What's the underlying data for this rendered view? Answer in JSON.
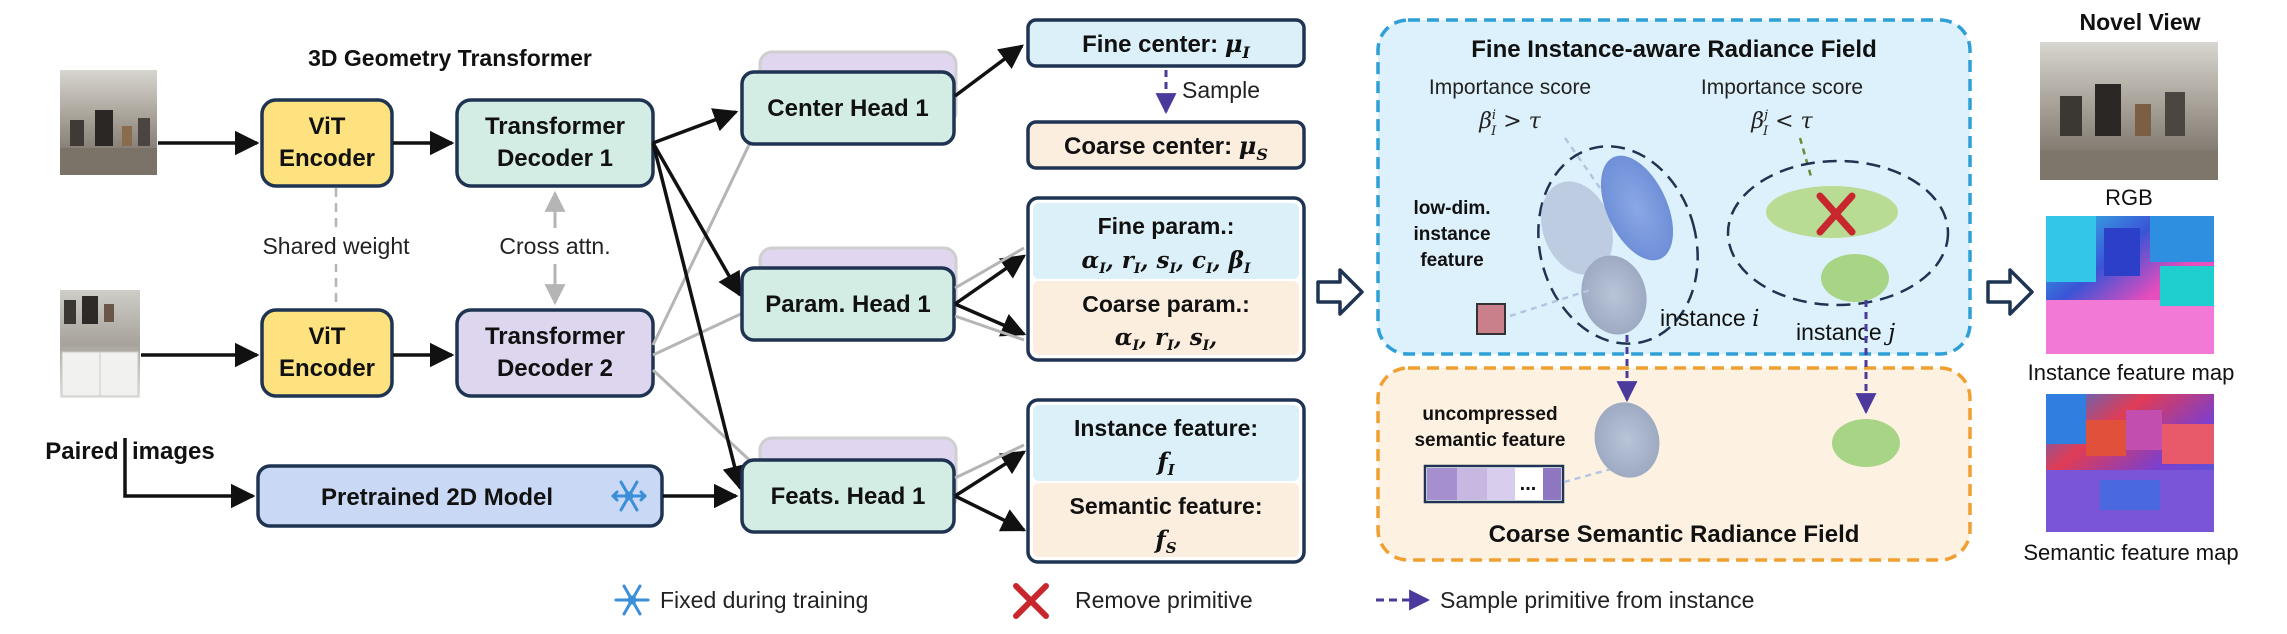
{
  "diagram": {
    "transformer_title": "3D Geometry Transformer",
    "vit_encoder_1": [
      "ViT",
      "Encoder"
    ],
    "vit_encoder_2": [
      "ViT",
      "Encoder"
    ],
    "decoder_1": [
      "Transformer",
      "Decoder 1"
    ],
    "decoder_2": [
      "Transformer",
      "Decoder 2"
    ],
    "shared_weight": "Shared weight",
    "cross_attn": "Cross attn.",
    "paired_images": "Paired  images",
    "pretrained_model": "Pretrained 2D Model",
    "center_head": "Center Head 1",
    "param_head": "Param. Head 1",
    "feats_head": "Feats. Head 1",
    "fine_center": "Fine center: ",
    "fine_center_sym": "μ",
    "fine_center_sub": "I",
    "sample": "Sample",
    "coarse_center": "Coarse center: ",
    "coarse_center_sym": "μ",
    "coarse_center_sub": "S",
    "fine_param_label": "Fine param.:",
    "fine_param_math": "α_I, r_I, s_I, c_I, β_I",
    "coarse_param_label": "Coarse param.:",
    "coarse_param_math": "α_I, r_I, s_I,",
    "instance_feature_label": "Instance feature:",
    "instance_feature_sym": "f",
    "instance_feature_sub": "I",
    "semantic_feature_label": "Semantic feature:",
    "semantic_feature_sym": "f",
    "semantic_feature_sub": "S",
    "fine_field_title": "Fine Instance-aware Radiance Field",
    "importance_score_left": "Importance score",
    "importance_cond_left": "β_I^i > τ",
    "importance_score_right": "Importance score",
    "importance_cond_right": "β_I^j < τ",
    "low_dim_feature": [
      "low-dim.",
      "instance",
      "feature"
    ],
    "instance_i": "instance i",
    "instance_j": "instance j",
    "uncompressed_feature": [
      "uncompressed",
      "semantic feature"
    ],
    "ellipsis": "...",
    "coarse_field_title": "Coarse Semantic Radiance Field",
    "novel_view_title": "Novel View",
    "rgb_label": "RGB",
    "instance_map_label": "Instance feature map",
    "semantic_map_label": "Semantic feature map",
    "legend_fixed": "Fixed during training",
    "legend_remove": "Remove primitive",
    "legend_sample": "Sample primitive from instance"
  },
  "colors": {
    "vit_fill": "#fde27f",
    "decoder1_fill": "#d3ece4",
    "decoder2_fill": "#ddd6ee",
    "pretrained_fill": "#c9d9f5",
    "head_fill": "#d3ece4",
    "head_shadow": "#e0d6ef",
    "fine_fill": "#dcf0f9",
    "coarse_fill": "#fbeedf",
    "box_stroke": "#1f3352",
    "fine_field_border": "#2e9fd7",
    "fine_field_fill": "#dcf1fb",
    "coarse_field_border": "#f0a030",
    "coarse_field_fill": "#fdf1e2",
    "remove_red": "#c8282d",
    "sample_purple": "#4b3a9c",
    "snowflake_blue": "#3a8fd8"
  }
}
